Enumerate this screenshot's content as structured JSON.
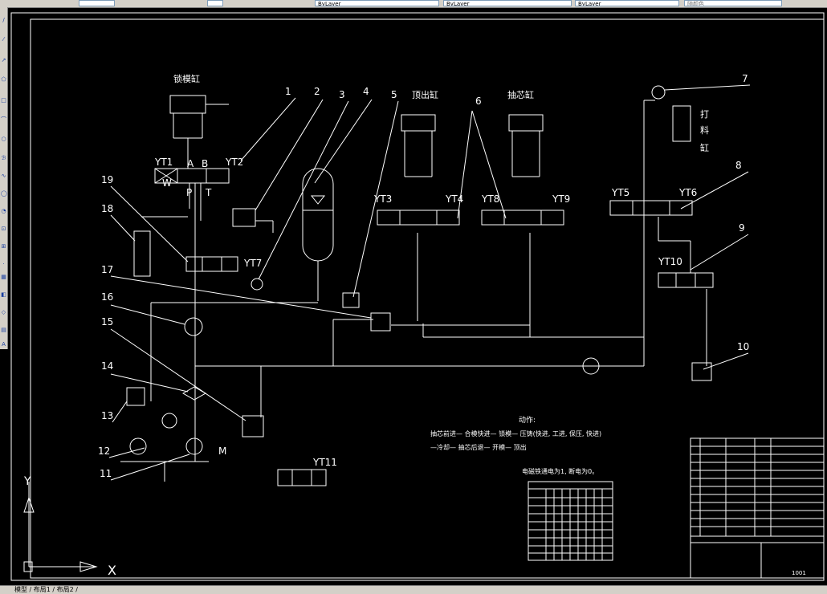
{
  "toolbar": {
    "fields": [
      "",
      "",
      "ByLayer",
      "ByLayer",
      "ByLayer",
      "随颜色"
    ]
  },
  "left_tools": [
    "line-tool-icon",
    "xline-tool-icon",
    "pline-tool-icon",
    "polygon-tool-icon",
    "rectangle-tool-icon",
    "arc-tool-icon",
    "circle-tool-icon",
    "revcloud-tool-icon",
    "spline-tool-icon",
    "ellipse-tool-icon",
    "ellipse-arc-tool-icon",
    "insert-block-tool-icon",
    "make-block-tool-icon",
    "point-tool-icon",
    "hatch-tool-icon",
    "gradient-tool-icon",
    "region-tool-icon",
    "table-tool-icon",
    "mtext-tool-icon"
  ],
  "tabs_text": "模型 / 布局1 / 布局2 /",
  "drawing": {
    "labels": {
      "clamp_cyl": "锁模缸",
      "eject_cyl": "顶出缸",
      "core_cyl": "抽芯缸",
      "shot_cyl": "打料缸",
      "shot_1": "打",
      "shot_2": "料",
      "shot_3": "缸"
    },
    "valves": {
      "yt1": "YT1",
      "yt2": "YT2",
      "yt3": "YT3",
      "yt4": "YT4",
      "yt5": "YT5",
      "yt6": "YT6",
      "yt7": "YT7",
      "yt8": "YT8",
      "yt9": "YT9",
      "yt10": "YT10",
      "yt11": "YT11"
    },
    "ports": {
      "a": "A",
      "b": "B",
      "p": "P",
      "t": "T",
      "w": "W",
      "m": "M"
    },
    "callouts": [
      "1",
      "2",
      "3",
      "4",
      "5",
      "6",
      "7",
      "8",
      "9",
      "10",
      "11",
      "12",
      "13",
      "14",
      "15",
      "16",
      "17",
      "18",
      "19"
    ],
    "notes": {
      "title": "动作:",
      "line1": "抽芯前进— 合模快进— 锁模— 压铸(快进, 工进, 保压, 快进)",
      "line2": "—冷却— 抽芯后退— 开模— 顶出",
      "line3": "电磁铁通电为1, 断电为0。"
    },
    "sheet_no": "1001",
    "axis": {
      "x": "X",
      "y": "Y"
    }
  },
  "colors": {
    "background": "#000000",
    "line": "#ffffff",
    "chrome": "#d4d0c8"
  }
}
